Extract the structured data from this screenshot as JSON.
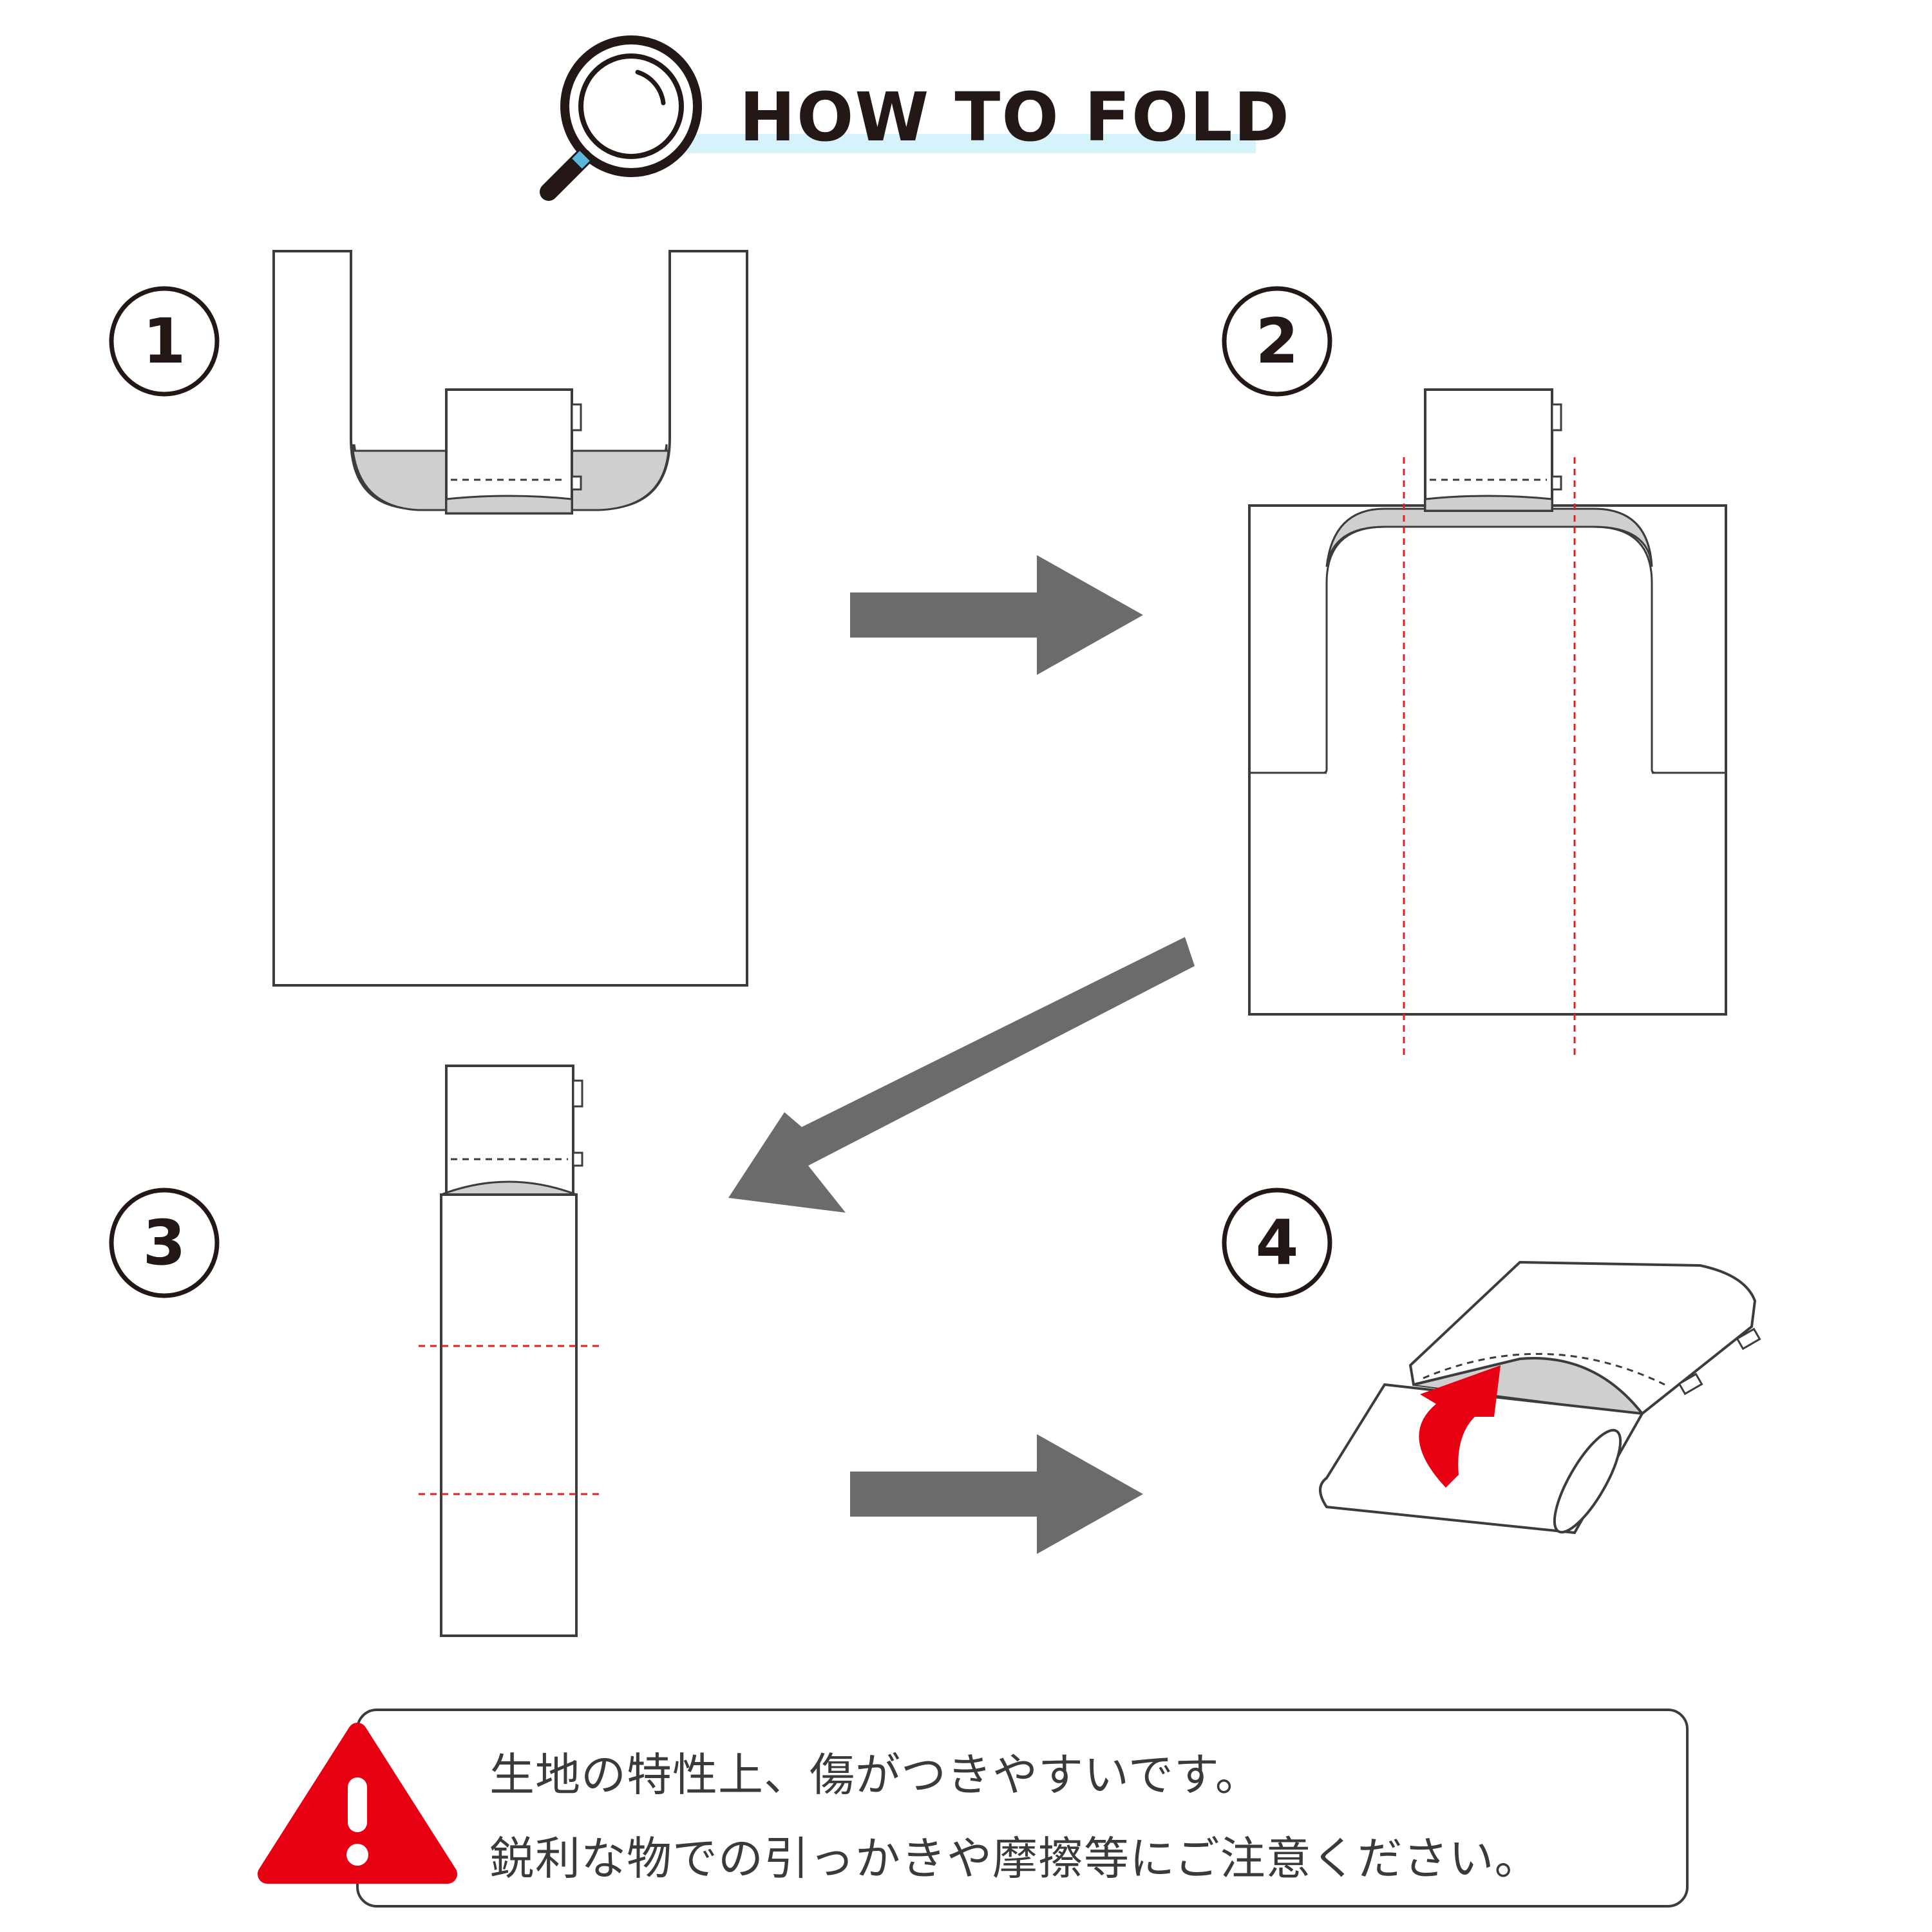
{
  "header": {
    "title": "HOW TO FOLD",
    "icon": "magnifier-icon"
  },
  "steps": [
    {
      "number": "1",
      "description": ""
    },
    {
      "number": "2",
      "description": ""
    },
    {
      "number": "3",
      "description": ""
    },
    {
      "number": "4",
      "description": ""
    }
  ],
  "caution": {
    "icon": "warning-triangle-icon",
    "line1": "生地の特性上、傷がつきやすいです。",
    "line2": "鋭利な物での引っかきや摩擦等にご注意ください。"
  },
  "colors": {
    "outline": "#3c3c3c",
    "arrow": "#6b6b6b",
    "fold_line": "#e02020",
    "accent_red": "#e60012",
    "title_underline": "#d6f3fb",
    "shade": "#cfcfcf"
  }
}
